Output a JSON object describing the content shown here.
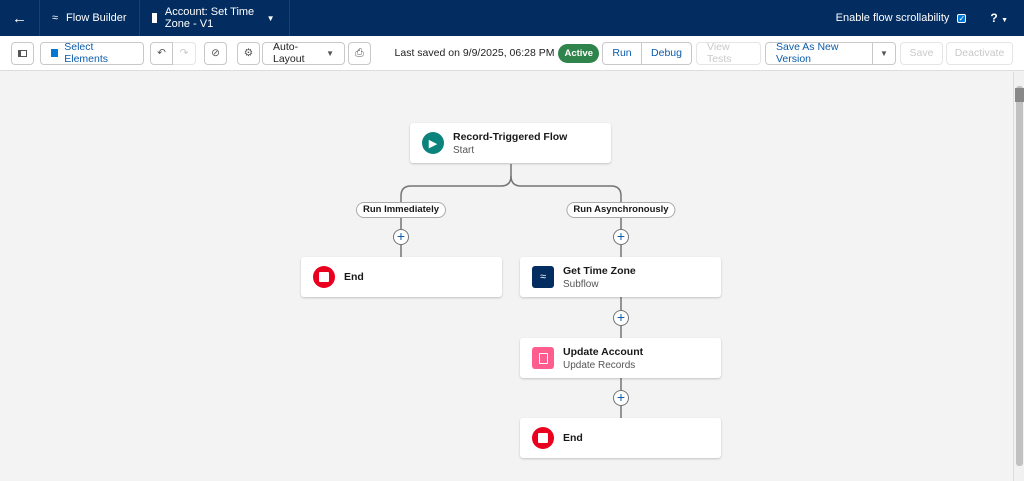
{
  "header": {
    "back": "back-icon",
    "app": "Flow Builder",
    "flow_title": "Account: Set Time Zone - V1",
    "scroll_label": "Enable flow scrollability",
    "scroll_checked": true,
    "help": "?"
  },
  "toolbar": {
    "select_elements": "Select Elements",
    "layout": "Auto-Layout",
    "last_saved": "Last saved on 9/9/2025, 06:28 PM",
    "status": "Active",
    "run": "Run",
    "debug": "Debug",
    "view_tests": "View Tests",
    "save_as_new": "Save As New Version",
    "save": "Save",
    "deactivate": "Deactivate"
  },
  "flow": {
    "start": {
      "title": "Record-Triggered Flow",
      "subtitle": "Start"
    },
    "paths": [
      "Run Immediately",
      "Run Asynchronously"
    ],
    "end_left": {
      "title": "End"
    },
    "subflow": {
      "title": "Get Time Zone",
      "subtitle": "Subflow"
    },
    "update": {
      "title": "Update Account",
      "subtitle": "Update Records"
    },
    "end_right": {
      "title": "End"
    }
  },
  "colors": {
    "header": "#032d60",
    "start": "#0b827c",
    "end": "#ea001e",
    "subflow": "#032d60",
    "update": "#ff5d8d",
    "active": "#2e844a"
  }
}
